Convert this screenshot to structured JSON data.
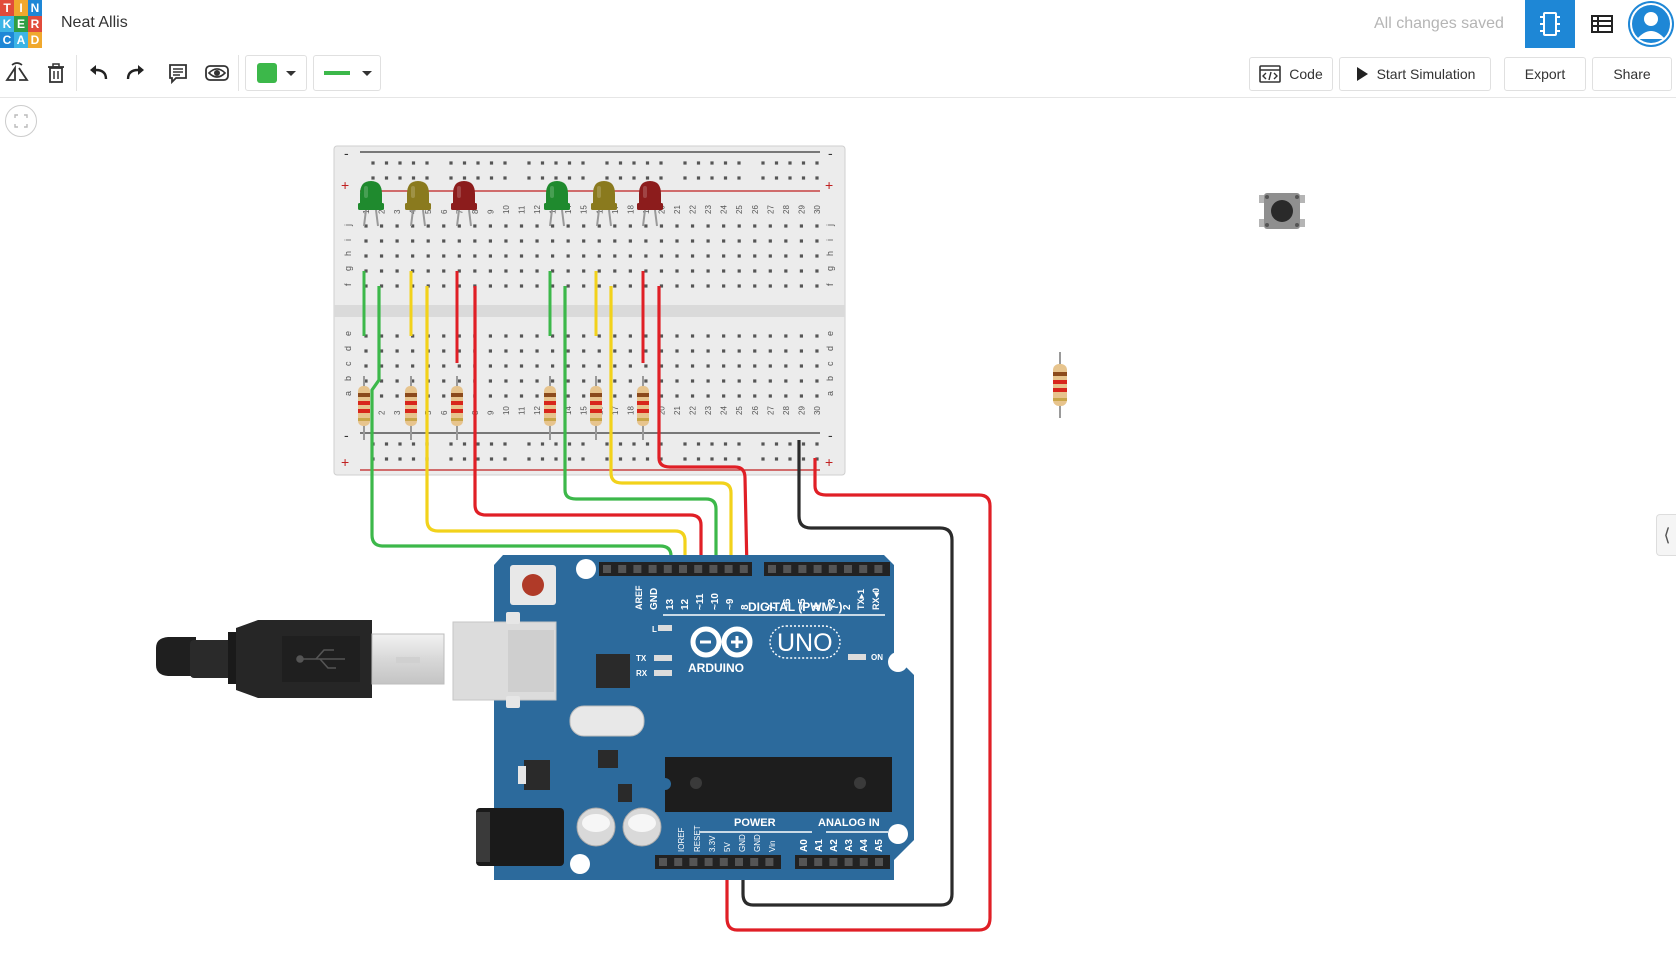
{
  "app": {
    "logo_letters": [
      "T",
      "I",
      "N",
      "K",
      "E",
      "R",
      "C",
      "A",
      "D"
    ],
    "logo_colors": [
      "#e14b3b",
      "#f0a82d",
      "#1e87d6",
      "#3cb4e6",
      "#2f9e44",
      "#e14b3b",
      "#1e87d6",
      "#3cb4e6",
      "#f0a82d"
    ],
    "project_title": "Neat Allis",
    "save_status": "All changes saved"
  },
  "toolbar": {
    "rotate_icon": "rotate-icon",
    "delete_icon": "trash-icon",
    "undo_icon": "undo-icon",
    "redo_icon": "redo-icon",
    "notes_icon": "notes-icon",
    "view_icon": "eye-icon",
    "fill_color": "#3cb84a",
    "wire_color": "#3cb84a",
    "code_label": "Code",
    "simulate_label": "Start Simulation",
    "export_label": "Export",
    "share_label": "Share"
  },
  "breadboard": {
    "row_letters_top": [
      "j",
      "i",
      "h",
      "g",
      "f"
    ],
    "row_letters_bottom": [
      "e",
      "d",
      "c",
      "b",
      "a"
    ],
    "column_numbers": [
      "1",
      "2",
      "3",
      "4",
      "5",
      "6",
      "7",
      "8",
      "9",
      "10",
      "11",
      "12",
      "13",
      "14",
      "15",
      "16",
      "17",
      "18",
      "19",
      "20",
      "21",
      "22",
      "23",
      "24",
      "25",
      "26",
      "27",
      "28",
      "29",
      "30"
    ],
    "minus": "-",
    "plus": "+"
  },
  "leds": [
    {
      "color": "#1f8a2e",
      "name": "green"
    },
    {
      "color": "#8a7a1e",
      "name": "yellow"
    },
    {
      "color": "#8c1c1c",
      "name": "red"
    },
    {
      "color": "#1f8a2e",
      "name": "green"
    },
    {
      "color": "#8a7a1e",
      "name": "yellow"
    },
    {
      "color": "#8c1c1c",
      "name": "red"
    }
  ],
  "arduino": {
    "brand": "ARDUINO",
    "model": "UNO",
    "digital_header": "DIGITAL (PWM~)",
    "power_header": "POWER",
    "analog_header": "ANALOG IN",
    "on_label": "ON",
    "l_label": "L",
    "tx_label": "TX",
    "rx_label": "RX",
    "digital_pins": [
      "AREF",
      "GND",
      "13",
      "12",
      "~11",
      "~10",
      "~9",
      "8",
      "7",
      "~6",
      "~5",
      "4",
      "~3",
      "2",
      "TX▸1",
      "RX◂0"
    ],
    "power_pins": [
      "IOREF",
      "RESET",
      "3.3V",
      "5V",
      "GND",
      "GND",
      "Vin"
    ],
    "analog_pins": [
      "A0",
      "A1",
      "A2",
      "A3",
      "A4",
      "A5"
    ],
    "board_color": "#2c6a9c"
  },
  "colors": {
    "wire_green": "#3cb84a",
    "wire_yellow": "#f2d21b",
    "wire_red": "#e01f26",
    "wire_black": "#2b2b2b"
  }
}
